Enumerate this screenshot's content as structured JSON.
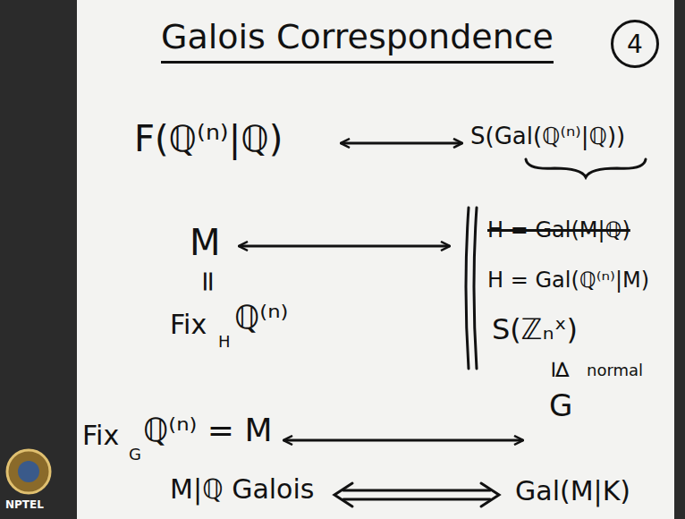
{
  "diagram": {
    "title": "Galois Correspondence",
    "nodes": [
      {
        "text": [
          "4"
        ]
      }
    ],
    "labels": [
      "F(ℚ⁽ⁿ⁾|ℚ)",
      "S(Gal(ℚ⁽ⁿ⁾|ℚ))",
      "M",
      "H = Gal(M|ℚ)",
      "=",
      "H = Gal(ℚ⁽ⁿ⁾|M)",
      "Fix",
      "H",
      "ℚ⁽ⁿ⁾",
      "S(ℤₙˣ)",
      "⊴",
      "normal",
      "Fix",
      "G",
      "ℚ⁽ⁿ⁾ = M",
      "G",
      "M|ℚ Galois",
      "Gal(M|K)",
      "NPTEL"
    ]
  }
}
